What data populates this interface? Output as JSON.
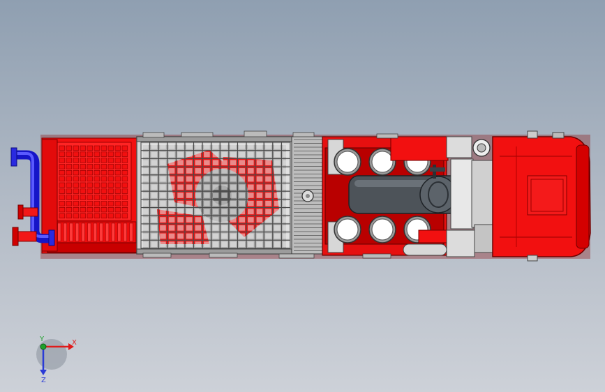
{
  "view": {
    "title": "",
    "colors": {
      "background_top": "#8f9fb1",
      "background_bottom": "#cdd1d8",
      "body_red": "#f21010",
      "dark_red": "#a80000",
      "grille_gray": "#c8c8c8",
      "grille_dark": "#6c6c6c",
      "pipe_blue": "#2222ee",
      "tank_gray": "#555c63",
      "white_part": "#ffffff"
    }
  },
  "triad": {
    "x_label": "X",
    "y_label": "Y",
    "z_label": "Z",
    "x_color": "#e01b1b",
    "y_color": "#1fa02a",
    "z_color": "#2a3bd6"
  },
  "model": {
    "rear_grille_rows": 12,
    "rear_grille_cols": 10,
    "main_grille_rows": 13,
    "main_grille_cols": 17,
    "filters_per_row": 3
  }
}
